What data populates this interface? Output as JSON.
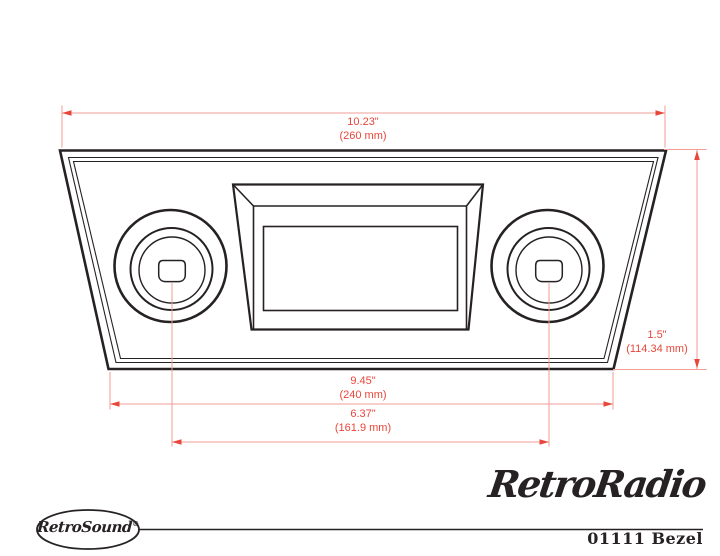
{
  "page": {
    "background": "#ffffff"
  },
  "drawing": {
    "type": "technical-dimension-drawing",
    "subject": "radio bezel front view",
    "colors": {
      "line": "#262223",
      "dim_accent": "#e8463a",
      "dim_line": "#f29d95"
    },
    "dims": {
      "width_outer": {
        "in": "10.23\"",
        "mm": "(260 mm)"
      },
      "height_right": {
        "in": "1.5\"",
        "mm": "(114.34 mm)"
      },
      "width_bottom": {
        "in": "9.45\"",
        "mm": "(240 mm)"
      },
      "knob_spacing": {
        "in": "6.37\"",
        "mm": "(161.9 mm)"
      }
    }
  },
  "footer": {
    "left_brand": "RetroSound",
    "left_brand_mark": "®",
    "right_brand": "RetroRadio",
    "part_number": "01111 Bezel"
  }
}
